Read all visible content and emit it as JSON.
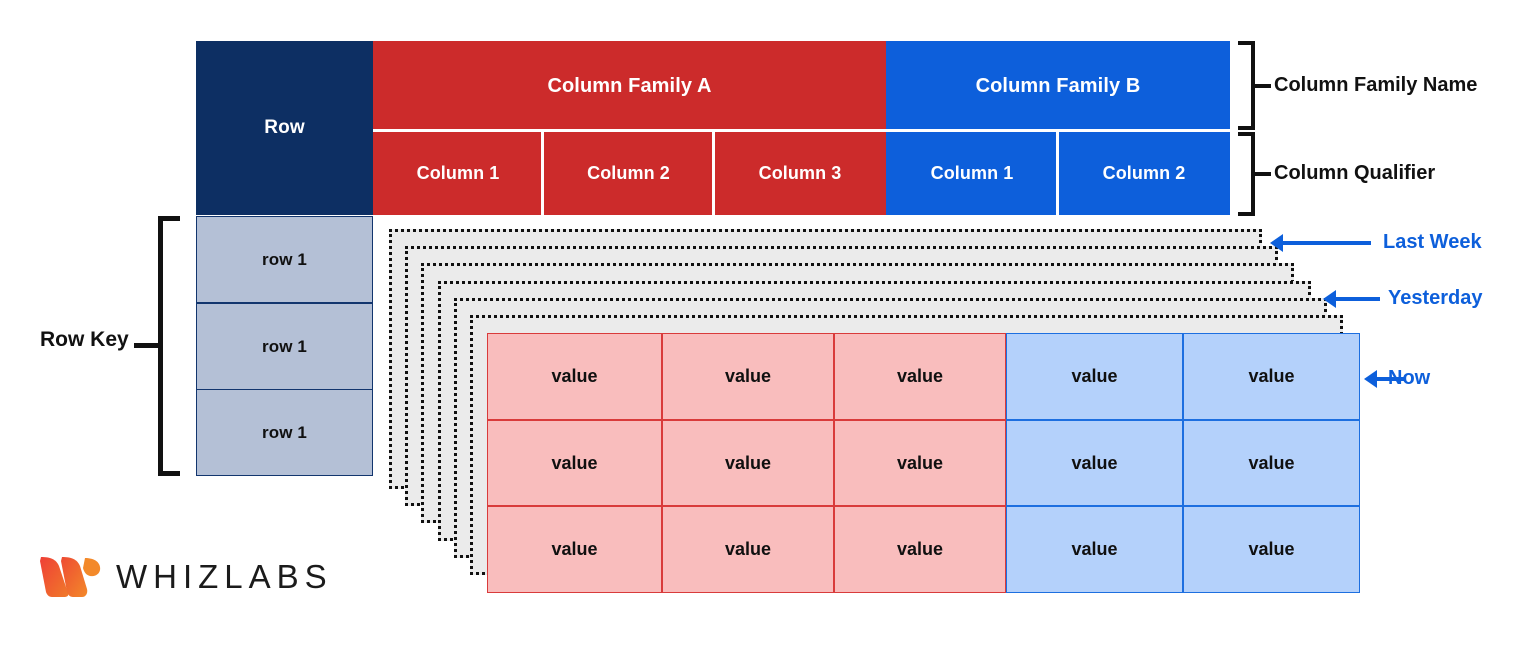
{
  "diagram": {
    "title": "Bigtable row / column family storage model",
    "colors": {
      "navy": "#0d2f63",
      "red": "#cc2b2b",
      "blue": "#0d5fdb",
      "row_key_fill": "#b4c0d6",
      "value_red_fill": "#f9bdbd",
      "value_blue_fill": "#b4d1fb",
      "layer_fill": "#ebebeb",
      "annotation_blue": "#0d5fdb"
    }
  },
  "header": {
    "row_label": "Row",
    "families": [
      {
        "name": "Column Family A",
        "color": "#cc2b2b",
        "qualifiers": [
          "Column 1",
          "Column 2",
          "Column 3"
        ]
      },
      {
        "name": "Column Family B",
        "color": "#0d5fdb",
        "qualifiers": [
          "Column 1",
          "Column 2"
        ]
      }
    ]
  },
  "right_brackets": [
    {
      "label": "Column Family Name"
    },
    {
      "label": "Column Qualifier"
    }
  ],
  "row_key": {
    "label": "Row Key",
    "cells": [
      "row 1",
      "row 1",
      "row 1"
    ]
  },
  "versions": {
    "layer_count": 7,
    "annotations": [
      {
        "label": "Last Week"
      },
      {
        "label": "Yesterday"
      },
      {
        "label": "Now"
      }
    ]
  },
  "values": {
    "cell_label": "value",
    "rows": [
      [
        "value",
        "value",
        "value",
        "value",
        "value"
      ],
      [
        "value",
        "value",
        "value",
        "value",
        "value"
      ],
      [
        "value",
        "value",
        "value",
        "value",
        "value"
      ]
    ],
    "red_columns": 3,
    "blue_columns": 2
  },
  "logo": {
    "text": "WHIZLABS",
    "mark": "whizlabs-w-mark"
  }
}
